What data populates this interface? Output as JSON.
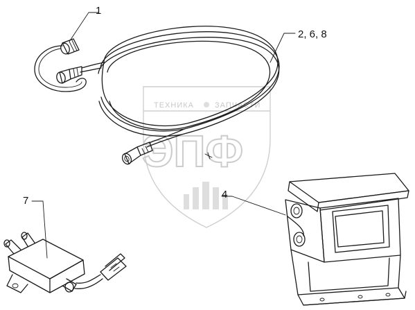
{
  "callouts": [
    {
      "id": "1",
      "label": "1"
    },
    {
      "id": "268",
      "label": "2, 6, 8"
    },
    {
      "id": "4",
      "label": "4"
    },
    {
      "id": "7",
      "label": "7"
    }
  ],
  "watermark": {
    "top_text_left": "ТЕХНИКА",
    "top_text_right": "ЗАПЧАСТИ",
    "big_text": "ЭПФ"
  },
  "colors": {
    "line": "#1a1a1a",
    "watermark": "#cccccc",
    "background": "#ffffff"
  }
}
